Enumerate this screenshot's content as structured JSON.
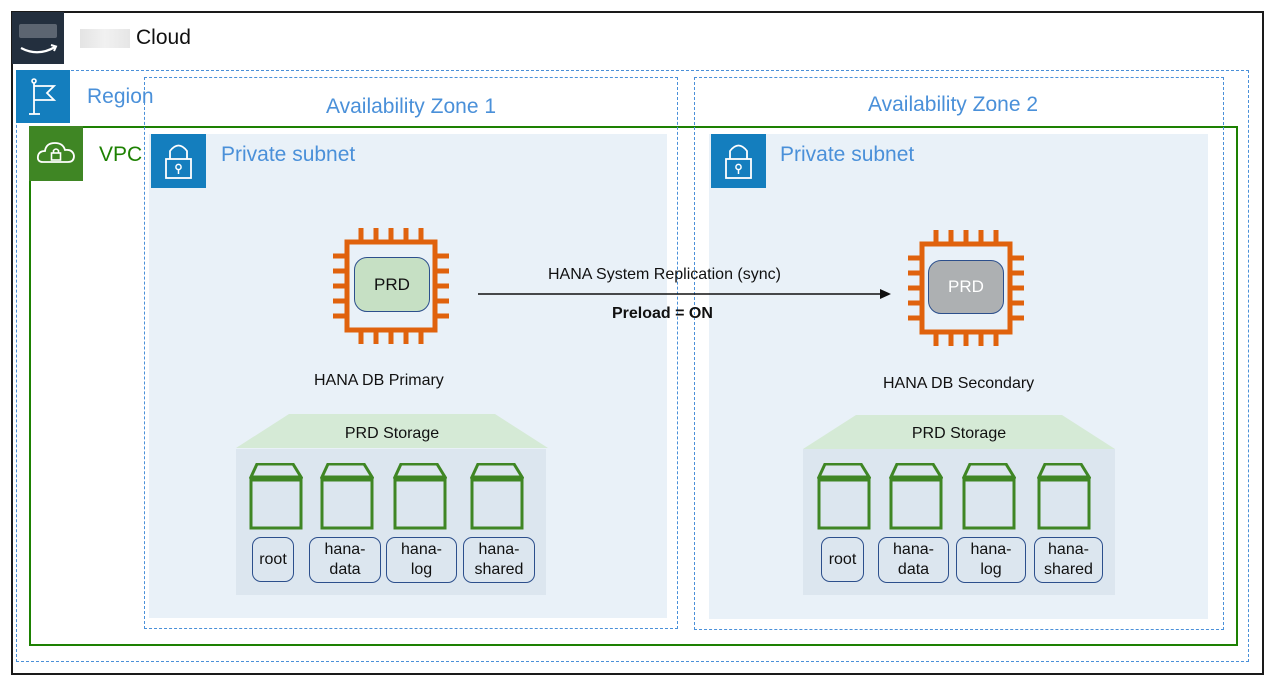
{
  "cloud": {
    "label": "Cloud",
    "logo_icon": "aws-smile-logo-icon",
    "redacted_prefix": true
  },
  "region": {
    "label": "Region",
    "icon": "flag-icon"
  },
  "vpc": {
    "label": "VPC",
    "icon": "cloud-lock-icon"
  },
  "colors": {
    "region_blue": "#4a90d9",
    "icon_blue": "#147ebe",
    "vpc_green": "#1d8102",
    "chip_orange": "#e0620d",
    "subnet_bg": "#e9f1f8",
    "storage_bg": "#dce6ef",
    "storage_roof": "#d5ead6",
    "primary_core": "#c6e0c4",
    "secondary_core": "#adb0b2"
  },
  "zones": [
    {
      "label": "Availability Zone 1",
      "subnet": {
        "label": "Private subnet",
        "icon": "lock-icon"
      },
      "instance": {
        "core_label": "PRD",
        "caption": "HANA DB Primary",
        "state": "active"
      },
      "storage": {
        "title": "PRD Storage",
        "volumes": [
          {
            "line1": "root",
            "line2": ""
          },
          {
            "line1": "hana-",
            "line2": "data"
          },
          {
            "line1": "hana-",
            "line2": "log"
          },
          {
            "line1": "hana-",
            "line2": "shared"
          }
        ]
      }
    },
    {
      "label": "Availability Zone 2",
      "subnet": {
        "label": "Private subnet",
        "icon": "lock-icon"
      },
      "instance": {
        "core_label": "PRD",
        "caption": "HANA DB Secondary",
        "state": "standby"
      },
      "storage": {
        "title": "PRD Storage",
        "volumes": [
          {
            "line1": "root",
            "line2": ""
          },
          {
            "line1": "hana-",
            "line2": "data"
          },
          {
            "line1": "hana-",
            "line2": "log"
          },
          {
            "line1": "hana-",
            "line2": "shared"
          }
        ]
      }
    }
  ],
  "replication": {
    "label": "HANA System Replication (sync)",
    "note": "Preload = ON",
    "direction": "primary-to-secondary"
  }
}
